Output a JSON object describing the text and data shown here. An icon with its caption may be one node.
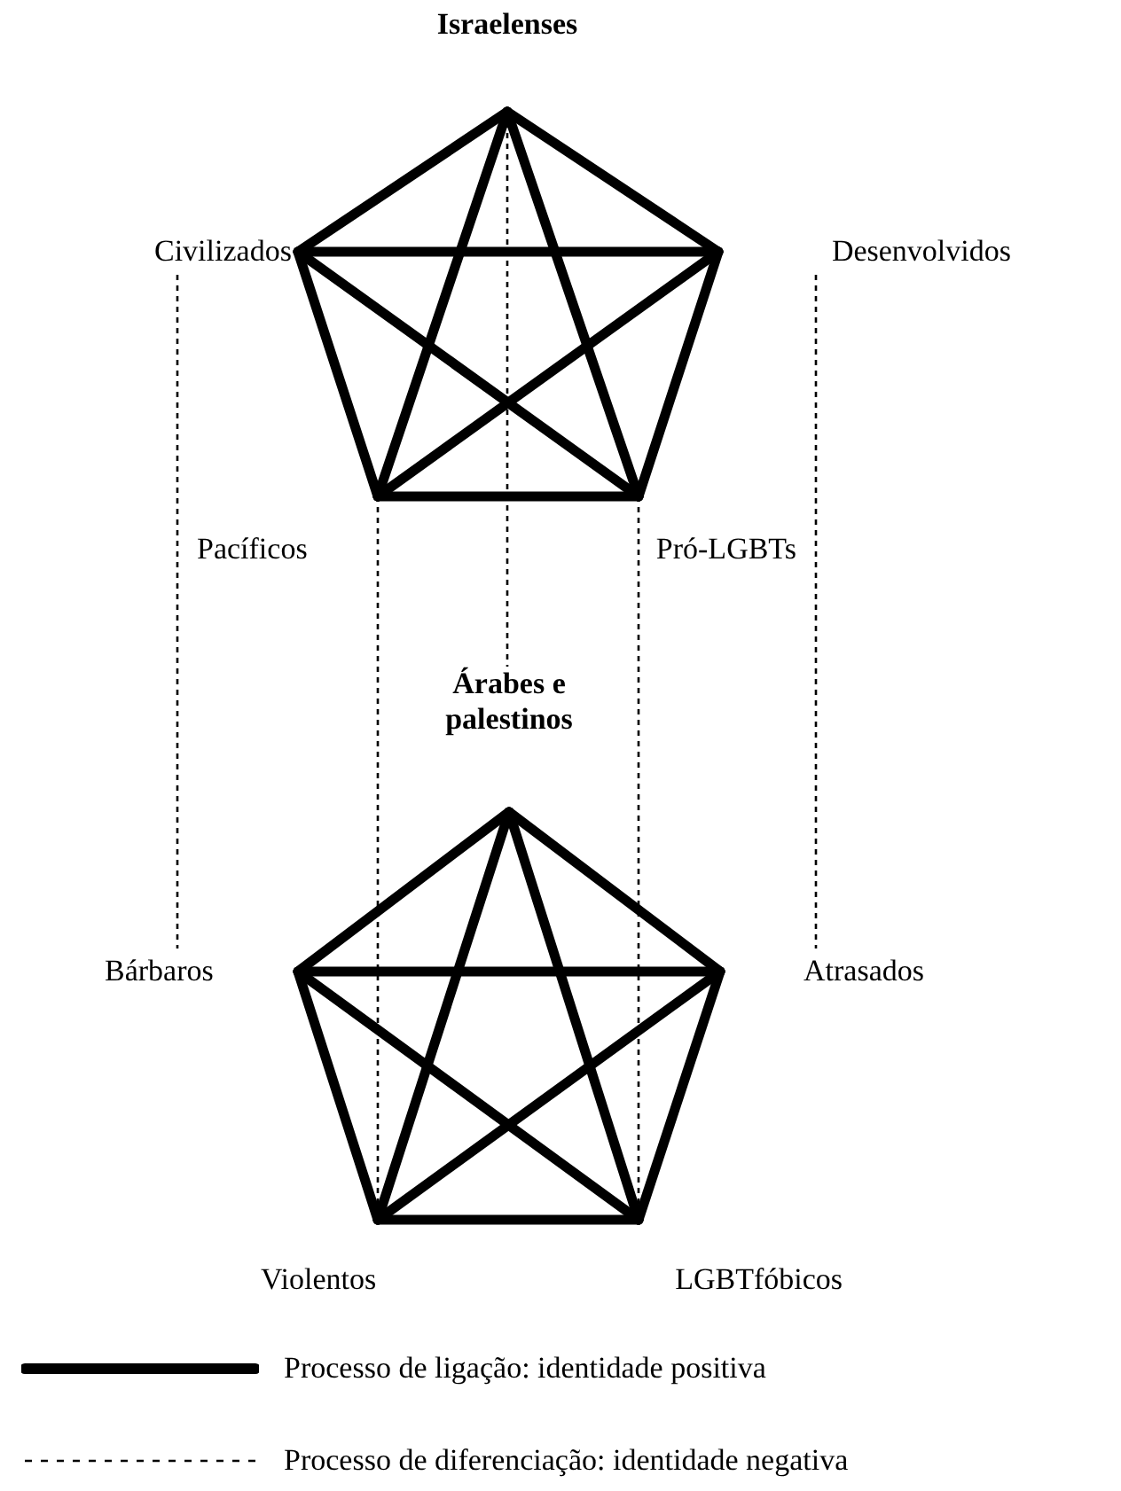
{
  "diagram": {
    "nodes": [
      {
        "text": [
          "Israelenses"
        ]
      },
      {
        "text": [
          "Civilizados"
        ]
      },
      {
        "text": [
          "Desenvolvidos"
        ]
      },
      {
        "text": [
          "Pacíficos"
        ]
      },
      {
        "text": [
          "Pró-LGBTs"
        ]
      },
      {
        "text": [
          "Árabes e palestinos"
        ]
      },
      {
        "text": [
          "Bárbaros"
        ]
      },
      {
        "text": [
          "Atrasados"
        ]
      },
      {
        "text": [
          "Violentos"
        ]
      },
      {
        "text": [
          "LGBTfóbicos"
        ]
      }
    ],
    "edges": [
      {
        "from": 0,
        "to": 1,
        "arrow": "none"
      },
      {
        "from": 0,
        "to": 2,
        "arrow": "none"
      },
      {
        "from": 1,
        "to": 3,
        "arrow": "none"
      },
      {
        "from": 2,
        "to": 4,
        "arrow": "none"
      },
      {
        "from": 3,
        "to": 4,
        "arrow": "none"
      },
      {
        "from": 0,
        "to": 3,
        "arrow": "none"
      },
      {
        "from": 0,
        "to": 4,
        "arrow": "none"
      },
      {
        "from": 1,
        "to": 2,
        "arrow": "none"
      },
      {
        "from": 1,
        "to": 4,
        "arrow": "none"
      },
      {
        "from": 2,
        "to": 3,
        "arrow": "none"
      },
      {
        "from": 5,
        "to": 6,
        "arrow": "none"
      },
      {
        "from": 5,
        "to": 7,
        "arrow": "none"
      },
      {
        "from": 6,
        "to": 8,
        "arrow": "none"
      },
      {
        "from": 7,
        "to": 9,
        "arrow": "none"
      },
      {
        "from": 8,
        "to": 9,
        "arrow": "none"
      },
      {
        "from": 5,
        "to": 8,
        "arrow": "none"
      },
      {
        "from": 5,
        "to": 9,
        "arrow": "none"
      },
      {
        "from": 6,
        "to": 7,
        "arrow": "none"
      },
      {
        "from": 6,
        "to": 9,
        "arrow": "none"
      },
      {
        "from": 7,
        "to": 8,
        "arrow": "none"
      },
      {
        "from": 0,
        "to": 5,
        "arrow": "none",
        "style": "dashed"
      },
      {
        "from": 1,
        "to": 6,
        "arrow": "none",
        "style": "dashed"
      },
      {
        "from": 2,
        "to": 7,
        "arrow": "none",
        "style": "dashed"
      },
      {
        "from": 3,
        "to": 8,
        "arrow": "none",
        "style": "dashed"
      },
      {
        "from": 4,
        "to": 9,
        "arrow": "none",
        "style": "dashed"
      }
    ],
    "legend": [
      {
        "text": "Processo de ligação: identidade positiva"
      },
      {
        "text": "Processo de diferenciação: identidade negativa"
      }
    ]
  }
}
